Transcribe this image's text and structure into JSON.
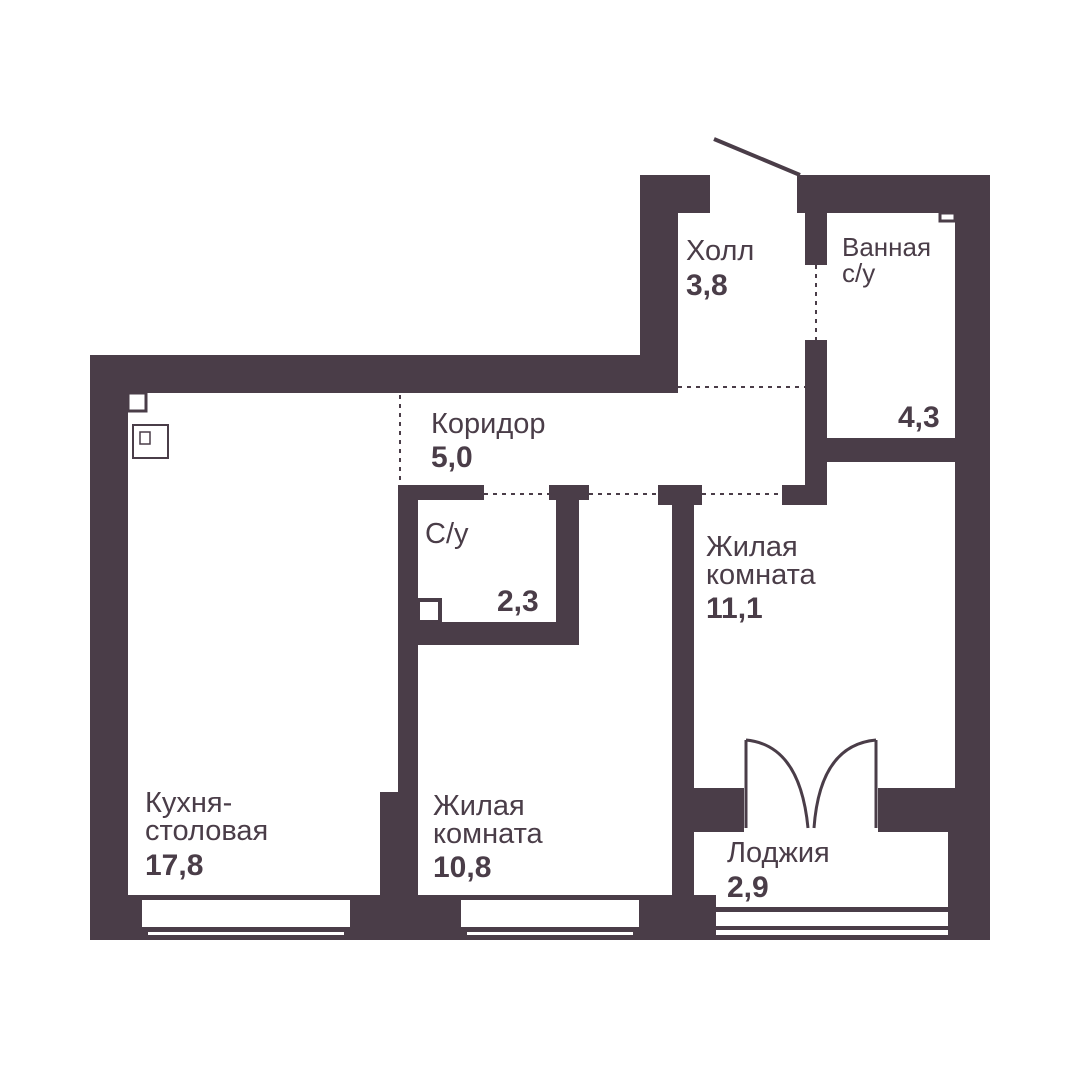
{
  "plan": {
    "wall_color": "#4a3d48",
    "background_color": "#ffffff",
    "rooms": {
      "hall": {
        "name": "Холл",
        "area": "3,8"
      },
      "bathroom": {
        "name_line1": "Ванная",
        "name_line2": "с/у",
        "area": "4,3"
      },
      "corridor": {
        "name": "Коридор",
        "area": "5,0"
      },
      "wc": {
        "name": "С/у",
        "area": "2,3"
      },
      "living_right": {
        "name_line1": "Жилая",
        "name_line2": "комната",
        "area": "11,1"
      },
      "kitchen": {
        "name_line1": "Кухня-",
        "name_line2": "столовая",
        "area": "17,8"
      },
      "living_middle": {
        "name_line1": "Жилая",
        "name_line2": "комната",
        "area": "10,8"
      },
      "loggia": {
        "name": "Лоджия",
        "area": "2,9"
      }
    }
  }
}
